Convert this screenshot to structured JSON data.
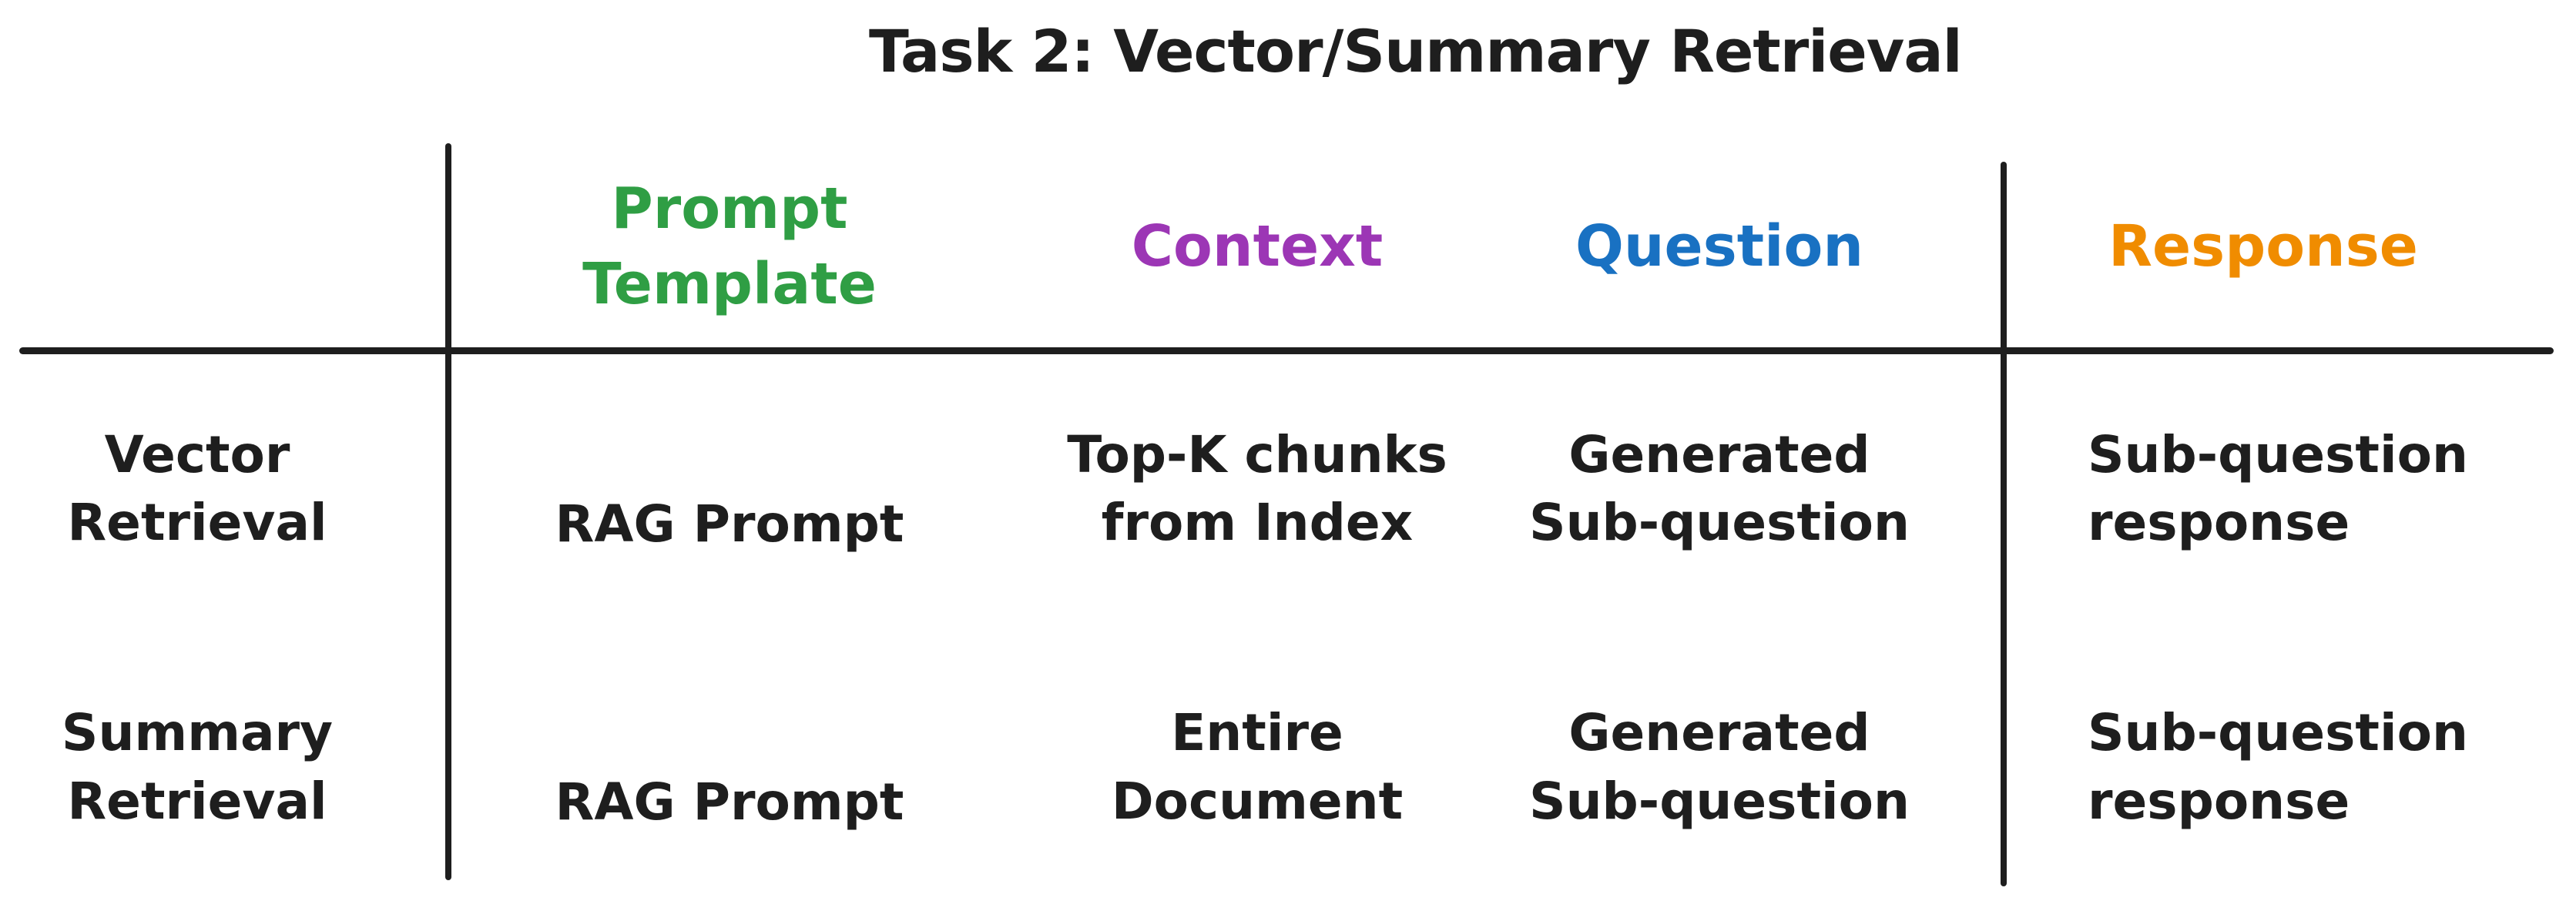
{
  "title": "Task 2: Vector/Summary Retrieval",
  "palette": {
    "ink": "#1e1e1e",
    "prompt_template_header": "#2f9e44",
    "context_header": "#9c36b5",
    "question_header": "#1971c2",
    "response_header": "#f08c00"
  },
  "table": {
    "headers": [
      {
        "id": "prompt-template",
        "lines": [
          "Prompt",
          "Template"
        ],
        "color": "#2f9e44"
      },
      {
        "id": "context",
        "lines": [
          "Context"
        ],
        "color": "#9c36b5"
      },
      {
        "id": "question",
        "lines": [
          "Question"
        ],
        "color": "#1971c2"
      },
      {
        "id": "response",
        "lines": [
          "Response"
        ],
        "color": "#f08c00"
      }
    ],
    "rows": [
      {
        "label": {
          "lines": [
            "Vector",
            "Retrieval"
          ]
        },
        "prompt_template": {
          "lines": [
            "RAG Prompt"
          ]
        },
        "context": {
          "lines": [
            "Top-K chunks",
            "from Index"
          ]
        },
        "question": {
          "lines": [
            "Generated",
            "Sub-question"
          ]
        },
        "response": {
          "lines": [
            "Sub-question",
            "response"
          ]
        }
      },
      {
        "label": {
          "lines": [
            "Summary",
            "Retrieval"
          ]
        },
        "prompt_template": {
          "lines": [
            "RAG Prompt"
          ]
        },
        "context": {
          "lines": [
            "Entire",
            "Document"
          ]
        },
        "question": {
          "lines": [
            "Generated",
            "Sub-question"
          ]
        },
        "response": {
          "lines": [
            "Sub-question",
            "response"
          ]
        }
      }
    ]
  }
}
